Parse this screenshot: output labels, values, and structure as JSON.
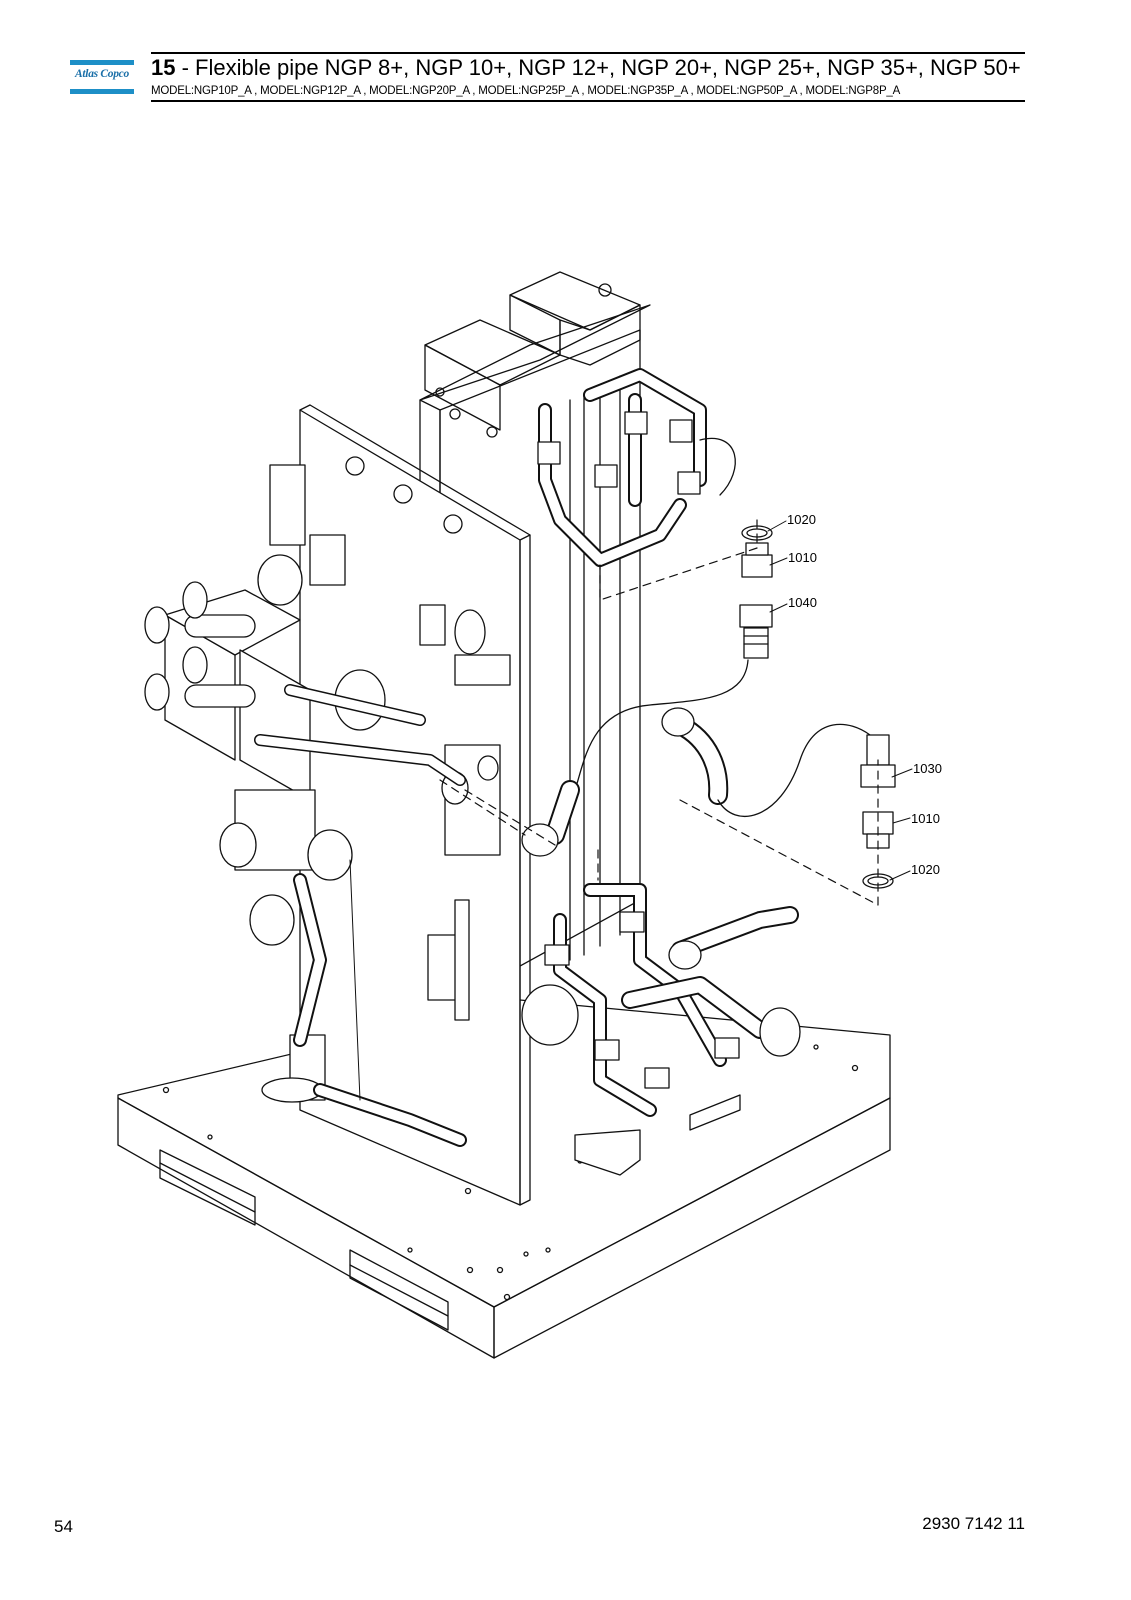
{
  "brand": {
    "logo_text": "Atlas Copco"
  },
  "header": {
    "section_number": "15",
    "title": " - Flexible pipe NGP 8+, NGP 10+, NGP 12+, NGP 20+, NGP 25+, NGP 35+, NGP 50+",
    "models": "MODEL:NGP10P_A , MODEL:NGP12P_A , MODEL:NGP20P_A , MODEL:NGP25P_A , MODEL:NGP35P_A , MODEL:NGP50P_A , MODEL:NGP8P_A"
  },
  "callouts": {
    "c1020_top": "1020",
    "c1010_top": "1010",
    "c1040": "1040",
    "c1030": "1030",
    "c1010_bottom": "1010",
    "c1020_bottom": "1020"
  },
  "footer": {
    "page_number": "54",
    "document_number": "2930 7142 11"
  }
}
